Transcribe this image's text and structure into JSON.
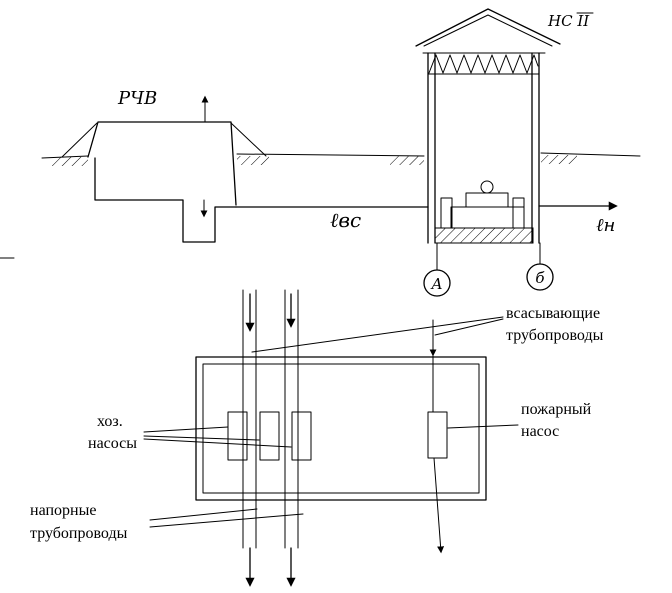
{
  "labels": {
    "reservoir": "РЧВ",
    "station": "НС II",
    "suction_length": "ℓвс",
    "discharge_length": "ℓн",
    "node_a": "А",
    "node_b": "б",
    "suction_pipes_line1": "всасывающие",
    "suction_pipes_line2": "трубопроводы",
    "domestic_pumps_line1": "хоз.",
    "domestic_pumps_line2": "насосы",
    "fire_pump_line1": "пожарный",
    "fire_pump_line2": "насос",
    "pressure_pipes_line1": "напорные",
    "pressure_pipes_line2": "трубопроводы"
  },
  "colors": {
    "ink": "#000000",
    "background": "#ffffff"
  }
}
